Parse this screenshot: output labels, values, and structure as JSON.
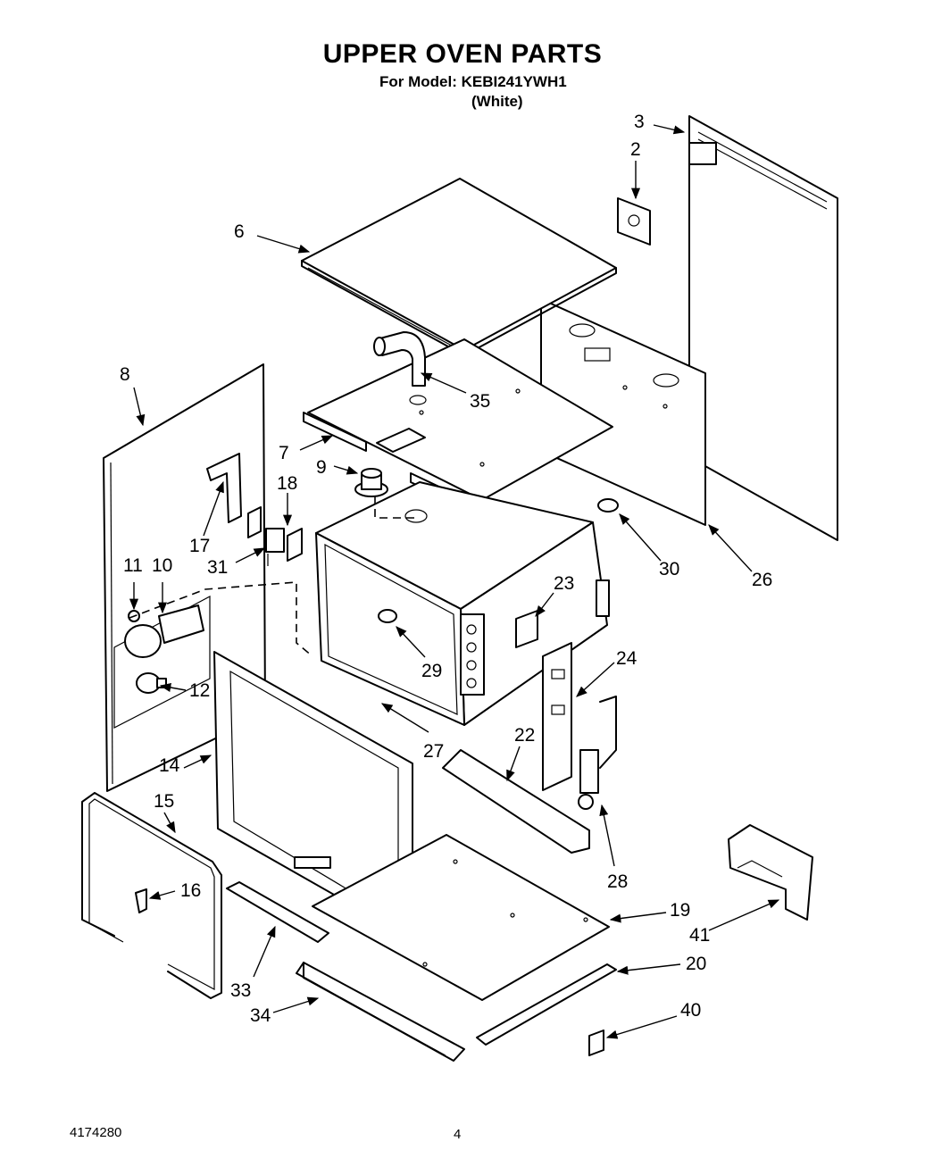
{
  "header": {
    "title": "UPPER OVEN PARTS",
    "model_line": "For Model: KEBI241YWH1",
    "color_line": "(White)"
  },
  "footer": {
    "doc_number": "4174280",
    "page_number": "4"
  },
  "callouts": {
    "p2": "2",
    "p3": "3",
    "p6": "6",
    "p7": "7",
    "p8": "8",
    "p9": "9",
    "p10": "10",
    "p11": "11",
    "p12": "12",
    "p14": "14",
    "p15": "15",
    "p16": "16",
    "p17": "17",
    "p18": "18",
    "p19": "19",
    "p20": "20",
    "p22": "22",
    "p23": "23",
    "p24": "24",
    "p26": "26",
    "p27": "27",
    "p28": "28",
    "p29": "29",
    "p30": "30",
    "p31": "31",
    "p33": "33",
    "p34": "34",
    "p35": "35",
    "p40": "40",
    "p41": "41"
  }
}
